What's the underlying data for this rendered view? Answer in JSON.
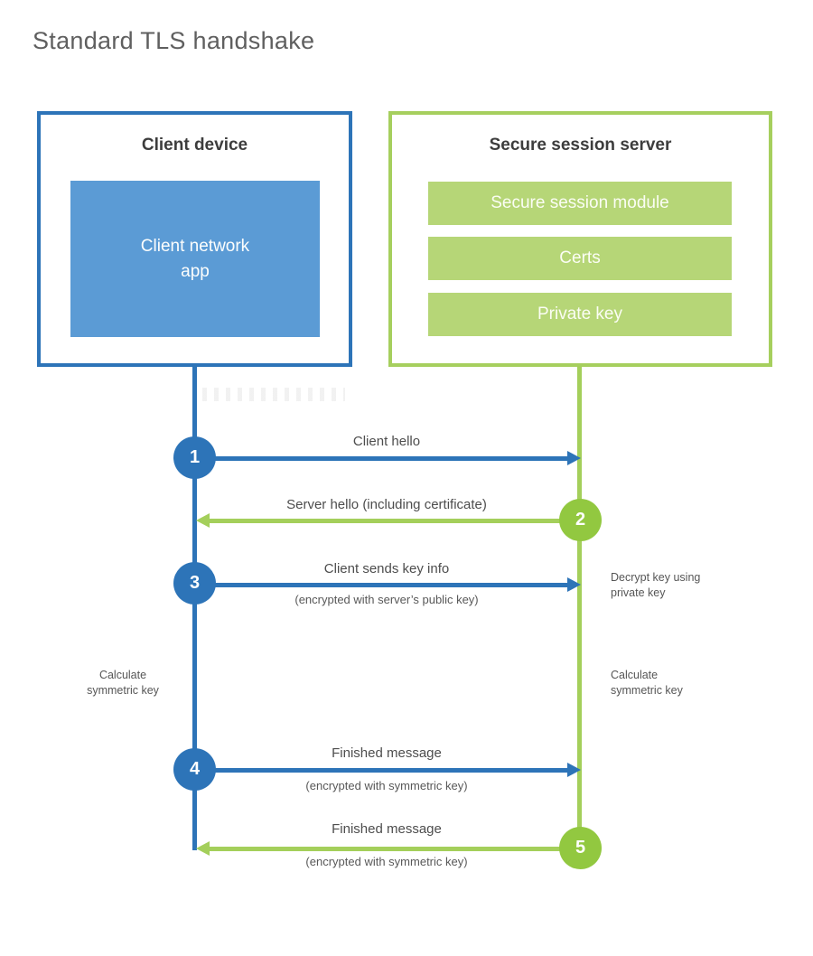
{
  "title": "Standard TLS handshake",
  "client": {
    "title": "Client device",
    "app_label": "Client network\napp"
  },
  "server": {
    "title": "Secure session server",
    "modules": [
      {
        "label": "Secure session module"
      },
      {
        "label": "Certs"
      },
      {
        "label": "Private key"
      }
    ]
  },
  "steps": {
    "s1": {
      "num": "1",
      "label": "Client hello"
    },
    "s2": {
      "num": "2",
      "label": "Server hello (including certificate)"
    },
    "s3": {
      "num": "3",
      "label": "Client sends key info",
      "sublabel": "(encrypted with server’s public key)"
    },
    "s4": {
      "num": "4",
      "label": "Finished message",
      "sublabel": "(encrypted with symmetric key)"
    },
    "s5": {
      "num": "5",
      "label": "Finished message",
      "sublabel": "(encrypted with symmetric key)"
    }
  },
  "annotations": {
    "decrypt": "Decrypt key using\nprivate key",
    "calc_left": "Calculate\nsymmetric key",
    "calc_right": "Calculate\nsymmetric key"
  },
  "colors": {
    "blue": "#2d74b8",
    "blue_fill": "#5b9bd5",
    "green_line": "#a4cf5b",
    "green_fill": "#b6d677",
    "green_circle": "#92c840",
    "heading_text": "#3d3d3d",
    "label_text": "#4d4d4d"
  }
}
